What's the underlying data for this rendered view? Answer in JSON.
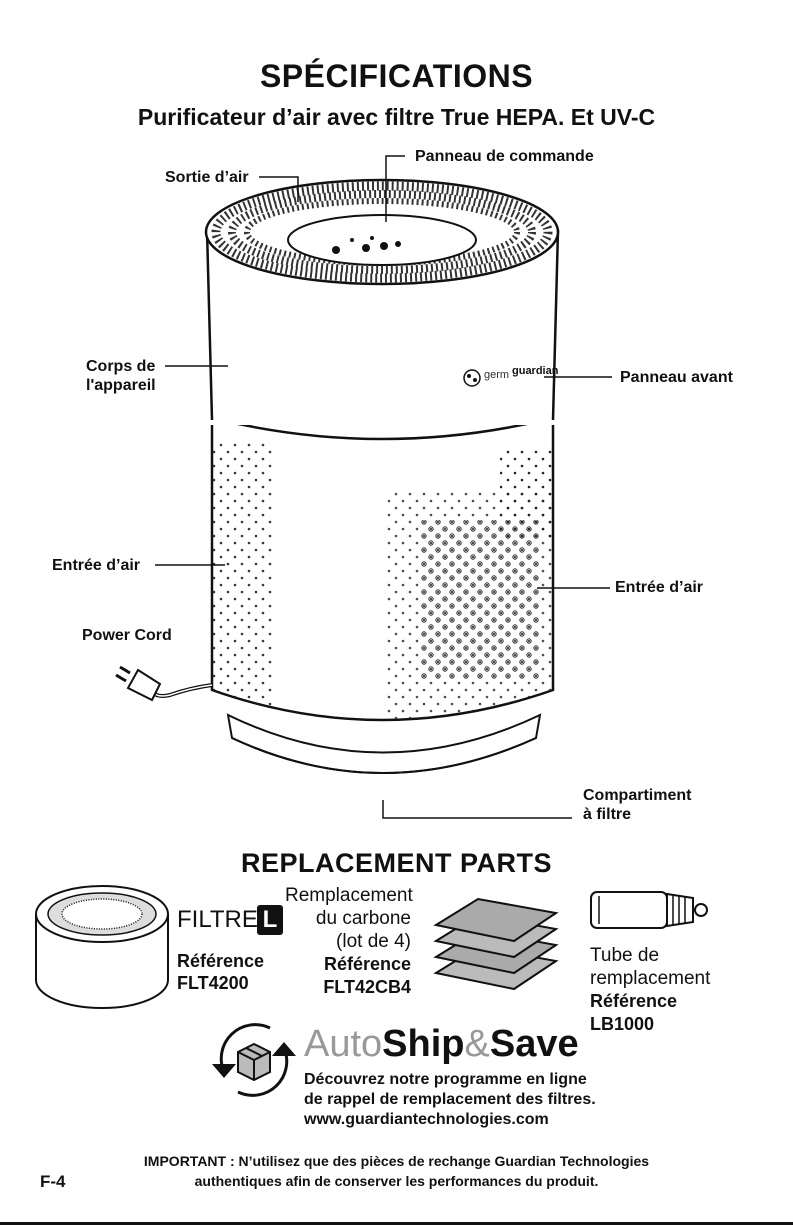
{
  "header": {
    "title": "SPÉCIFICATIONS",
    "subtitle": "Purificateur d’air avec filtre True HEPA. Et UV-C"
  },
  "labels": {
    "control_panel": "Panneau de commande",
    "air_outlet": "Sortie d’air",
    "body_line1": "Corps de",
    "body_line2": "l'appareil",
    "front_panel": "Panneau avant",
    "air_inlet_left": "Entrée d’air",
    "air_inlet_right": "Entrée d’air",
    "power_cord": "Power Cord",
    "compartment_line1": "Compartiment",
    "compartment_line2": "à filtre",
    "brand_prefix": "germ",
    "brand_suffix": "guardian"
  },
  "replacement": {
    "title": "REPLACEMENT PARTS",
    "filter": {
      "label": "FILTRE:",
      "size_badge": "L",
      "ref_label": "Référence",
      "ref": "FLT4200"
    },
    "carbon": {
      "line1": "Remplacement",
      "line2": "du carbone",
      "line3": "(lot de 4)",
      "ref_label": "Référence",
      "ref": "FLT42CB4"
    },
    "tube": {
      "line1": "Tube de",
      "line2": "remplacement",
      "ref_label": "Référence",
      "ref": "LB1000"
    }
  },
  "autoship": {
    "auto": "Auto",
    "ship": "Ship",
    "amp": "&",
    "save": "Save",
    "line1": "Découvrez notre programme en ligne",
    "line2": "de rappel de remplacement des filtres.",
    "url": "www.guardiantechnologies.com"
  },
  "footer": {
    "page": "F-4",
    "important_line1": "IMPORTANT : N’utilisez que des pièces de rechange Guardian Technologies",
    "important_line2": "authentiques afin de conserver les performances du produit."
  }
}
